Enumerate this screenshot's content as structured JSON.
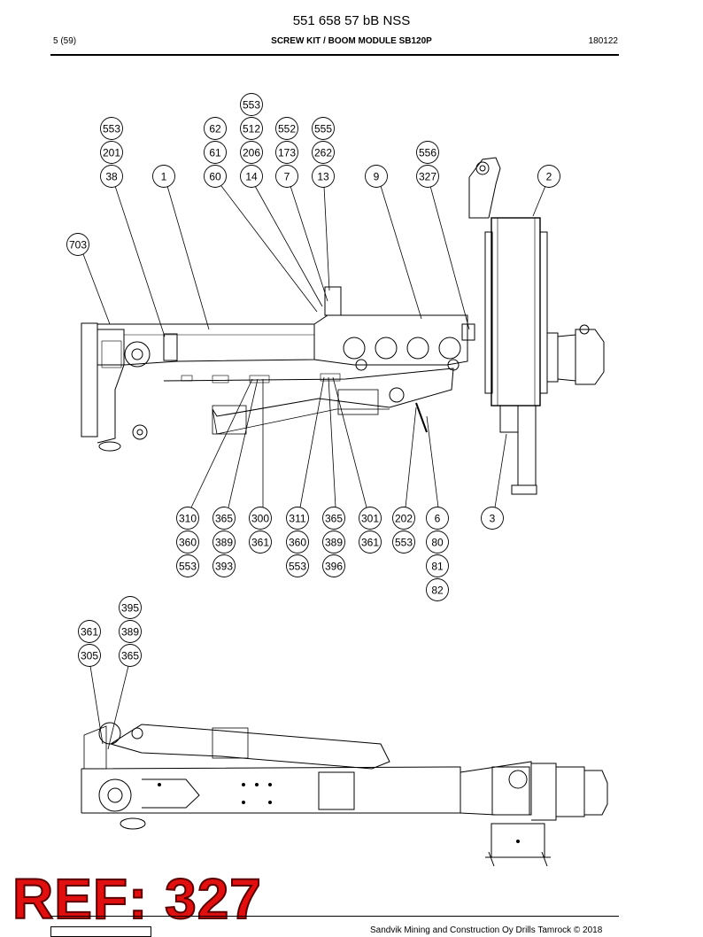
{
  "header": {
    "doc_number": "551 658 57 bB NSS",
    "page": "5 (59)",
    "title": "SCREW KIT / BOOM MODULE SB120P",
    "date": "180122"
  },
  "callouts_upper": [
    [
      "553"
    ],
    [
      "553",
      "201",
      "38"
    ],
    [
      "1"
    ],
    [
      "62",
      "61",
      "60"
    ],
    [
      "512",
      "206",
      "14"
    ],
    [
      "552",
      "173",
      "7"
    ],
    [
      "555",
      "262",
      "13"
    ],
    [
      "9"
    ],
    [
      "556",
      "327"
    ],
    [
      "2"
    ],
    [
      "703"
    ],
    [
      "310",
      "360",
      "553"
    ],
    [
      "365",
      "389",
      "393"
    ],
    [
      "300",
      "361"
    ],
    [
      "311",
      "360",
      "553"
    ],
    [
      "365",
      "389",
      "396"
    ],
    [
      "301",
      "361"
    ],
    [
      "202",
      "553"
    ],
    [
      "6",
      "80",
      "81",
      "82"
    ],
    [
      "3"
    ]
  ],
  "callouts_lower": [
    [
      "395"
    ],
    [
      "361",
      "305"
    ],
    [
      "389",
      "365"
    ]
  ],
  "stamp": "REF: 327",
  "footer": "Sandvik Mining and Construction Oy Drills Tamrock © 2018"
}
